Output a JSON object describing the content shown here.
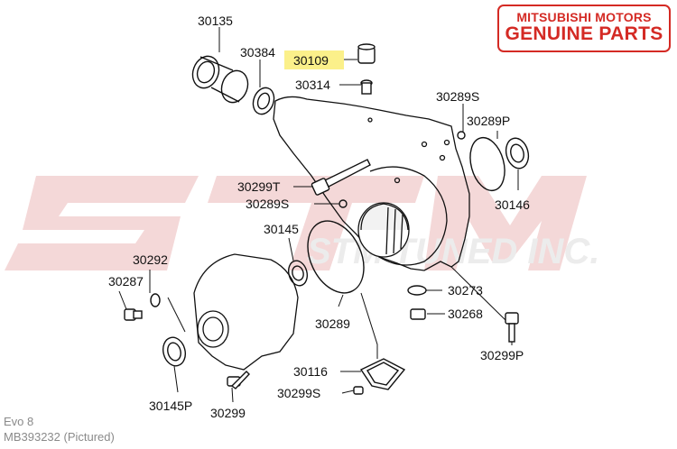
{
  "badge": {
    "line1": "MITSUBISHI MOTORS",
    "line2": "GENUINE PARTS",
    "color": "#d42a24"
  },
  "watermark": {
    "line1": "STM",
    "line2": "STM TUNED INC."
  },
  "highlight_color": "#fbf08a",
  "highlighted_part": "30109",
  "labels": {
    "p30135": "30135",
    "p30384": "30384",
    "p30109": "30109",
    "p30314": "30314",
    "p30289S_top": "30289S",
    "p30289P": "30289P",
    "p30146": "30146",
    "p30299T": "30299T",
    "p30289S_mid": "30289S",
    "p30145": "30145",
    "p30292": "30292",
    "p30287": "30287",
    "p30289": "30289",
    "p30273": "30273",
    "p30268": "30268",
    "p30299P": "30299P",
    "p30116": "30116",
    "p30299S": "30299S",
    "p30145P": "30145P",
    "p30299": "30299"
  },
  "footer": {
    "model": "Evo 8",
    "part_number": "MB393232  (Pictured)"
  }
}
